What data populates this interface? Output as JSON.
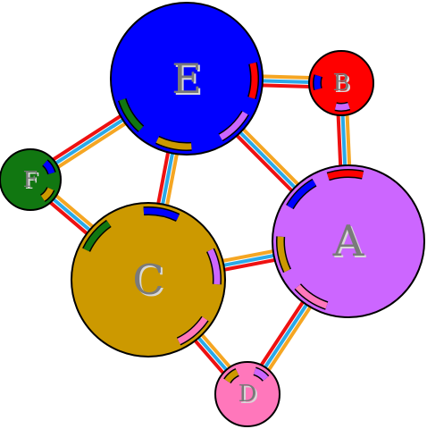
{
  "colors": {
    "edge_orange": "#f5a623",
    "edge_blue": "#2aa9e8",
    "edge_red": "#ee1111",
    "outline": "#000000",
    "label_fill": "#7a7a7a",
    "label_shadow": "#d8d8d8"
  },
  "nodes": [
    {
      "id": "E",
      "label": "E",
      "color": "#0000ff"
    },
    {
      "id": "B",
      "label": "B",
      "color": "#ff0000"
    },
    {
      "id": "A",
      "label": "A",
      "color": "#cc66ff"
    },
    {
      "id": "F",
      "label": "F",
      "color": "#117711"
    },
    {
      "id": "C",
      "label": "C",
      "color": "#cc9900"
    },
    {
      "id": "D",
      "label": "D",
      "color": "#ff77bb"
    }
  ],
  "edges": [
    {
      "from": "E",
      "to": "B"
    },
    {
      "from": "E",
      "to": "F"
    },
    {
      "from": "E",
      "to": "C"
    },
    {
      "from": "E",
      "to": "A"
    },
    {
      "from": "B",
      "to": "A"
    },
    {
      "from": "F",
      "to": "C"
    },
    {
      "from": "C",
      "to": "A"
    },
    {
      "from": "C",
      "to": "D"
    },
    {
      "from": "A",
      "to": "D"
    }
  ]
}
